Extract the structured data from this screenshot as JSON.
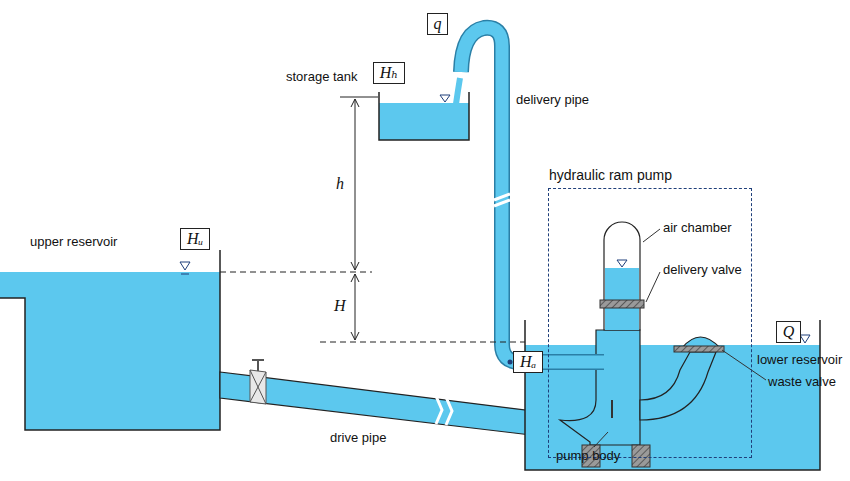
{
  "diagram": {
    "nodes": [
      {
        "text": [
          "q"
        ]
      },
      {
        "text": [
          "Hₕ"
        ]
      },
      {
        "text": [
          "Hᵤ"
        ]
      },
      {
        "text": [
          "hydraulic ram pump"
        ]
      },
      {
        "text": [
          "Hₐ"
        ]
      },
      {
        "text": [
          "Q"
        ]
      }
    ],
    "labels": [
      "storage tank",
      "delivery pipe",
      "h",
      "H",
      "upper reservoir",
      "air chamber",
      "delivery valve",
      "lower reservoir",
      "waste valve",
      "drive pipe",
      "pump body"
    ]
  }
}
